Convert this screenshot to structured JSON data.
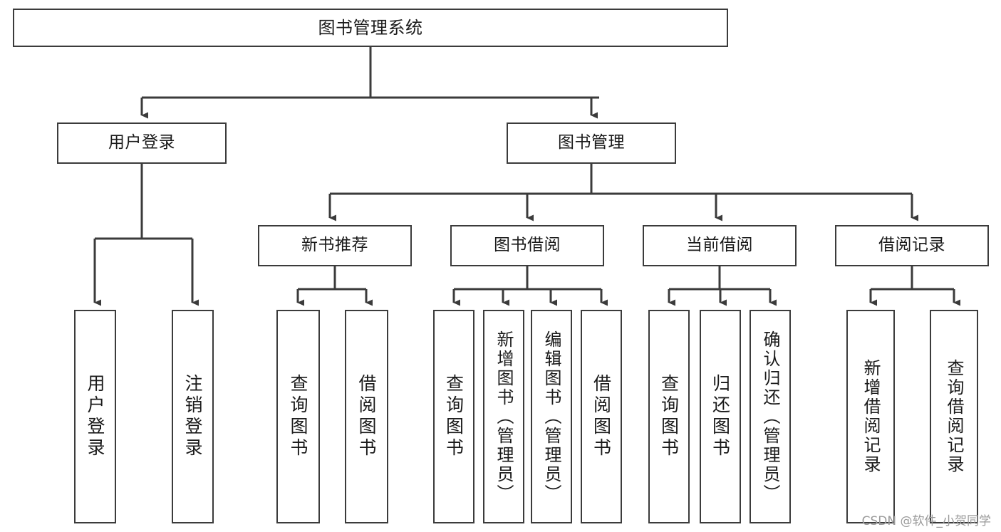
{
  "diagram": {
    "title": "图书管理系统",
    "type": "tree",
    "orientation": "top-down",
    "colors": {
      "box_border": "#3b3b3b",
      "box_fill": "#ffffff",
      "connector": "#3b3b3b",
      "text": "#1a1a1a",
      "watermark": "#9a9a9a"
    },
    "nodes": {
      "root": {
        "label": "图书管理系统"
      },
      "level2": [
        {
          "id": "user-login",
          "label": "用户登录"
        },
        {
          "id": "book-management",
          "label": "图书管理"
        }
      ],
      "level3": [
        {
          "id": "new-book-recommend",
          "label": "新书推荐"
        },
        {
          "id": "book-borrow",
          "label": "图书借阅"
        },
        {
          "id": "current-borrow",
          "label": "当前借阅"
        },
        {
          "id": "borrow-record",
          "label": "借阅记录"
        }
      ],
      "leaves": {
        "user-login": [
          {
            "id": "leaf-user-login",
            "label": "用户登录"
          },
          {
            "id": "leaf-logout-login",
            "label": "注销登录"
          }
        ],
        "new-book-recommend": [
          {
            "id": "leaf-query-book-1",
            "label": "查询图书"
          },
          {
            "id": "leaf-borrow-book-1",
            "label": "借阅图书"
          }
        ],
        "book-borrow": [
          {
            "id": "leaf-query-book-2",
            "label": "查询图书"
          },
          {
            "id": "leaf-add-book-admin",
            "label": "新增图书（管理员）"
          },
          {
            "id": "leaf-edit-book-admin",
            "label": "编辑图书（管理员）"
          },
          {
            "id": "leaf-borrow-book-2",
            "label": "借阅图书"
          }
        ],
        "current-borrow": [
          {
            "id": "leaf-query-book-3",
            "label": "查询图书"
          },
          {
            "id": "leaf-return-book",
            "label": "归还图书"
          },
          {
            "id": "leaf-confirm-return-admin",
            "label": "确认归还（管理员）"
          }
        ],
        "borrow-record": [
          {
            "id": "leaf-add-borrow-record",
            "label": "新增借阅记录"
          },
          {
            "id": "leaf-query-borrow-record",
            "label": "查询借阅记录"
          }
        ]
      }
    },
    "watermark": "CSDN @软件_小贺同学"
  }
}
